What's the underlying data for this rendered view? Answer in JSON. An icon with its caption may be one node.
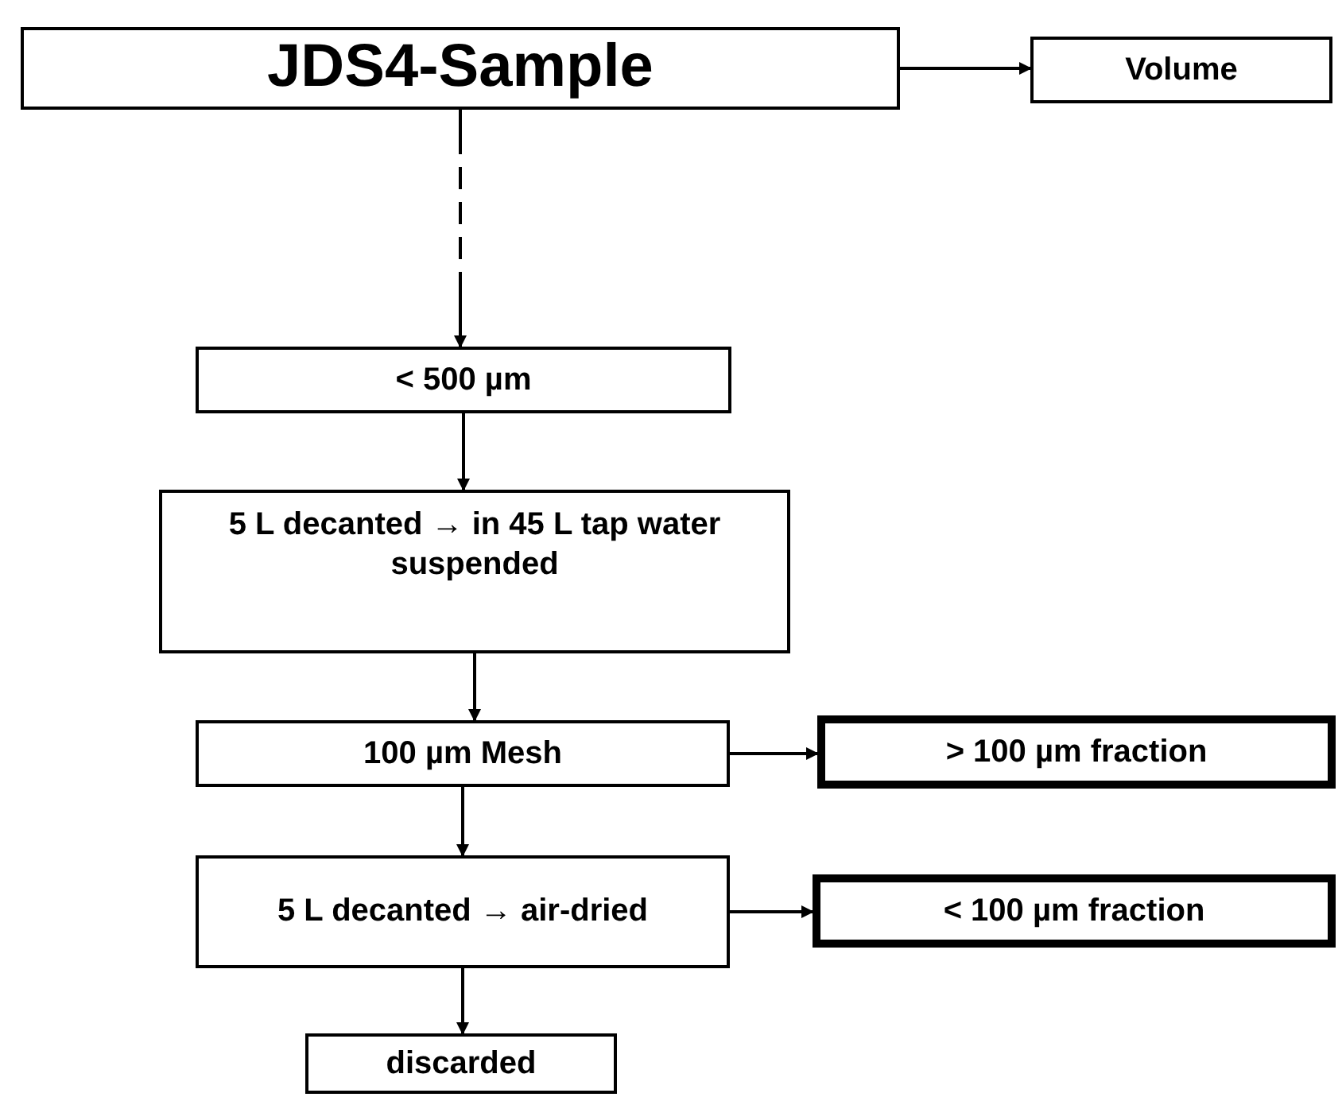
{
  "diagram": {
    "nodes": [
      {
        "text": [
          "JDS4-Sample"
        ]
      },
      {
        "text": [
          "Volume"
        ]
      },
      {
        "text": [
          "< 500 µm"
        ]
      },
      {
        "text": [
          "5 L decanted → in 45 L tap water suspended"
        ]
      },
      {
        "text": [
          "100 µm Mesh"
        ]
      },
      {
        "text": [
          "> 100 µm fraction"
        ]
      },
      {
        "text": [
          "5 L decanted → air-dried"
        ]
      },
      {
        "text": [
          "< 100 µm fraction"
        ]
      },
      {
        "text": [
          "discarded"
        ]
      }
    ],
    "edges": [
      {
        "from": 0,
        "to": 1,
        "arrow": "to"
      },
      {
        "from": 0,
        "to": 2,
        "arrow": "to",
        "style": "dashed"
      },
      {
        "from": 2,
        "to": 3,
        "arrow": "to"
      },
      {
        "from": 3,
        "to": 4,
        "arrow": "to"
      },
      {
        "from": 4,
        "to": 5,
        "arrow": "to"
      },
      {
        "from": 4,
        "to": 6,
        "arrow": "to"
      },
      {
        "from": 6,
        "to": 7,
        "arrow": "to"
      },
      {
        "from": 6,
        "to": 8,
        "arrow": "to"
      }
    ]
  }
}
